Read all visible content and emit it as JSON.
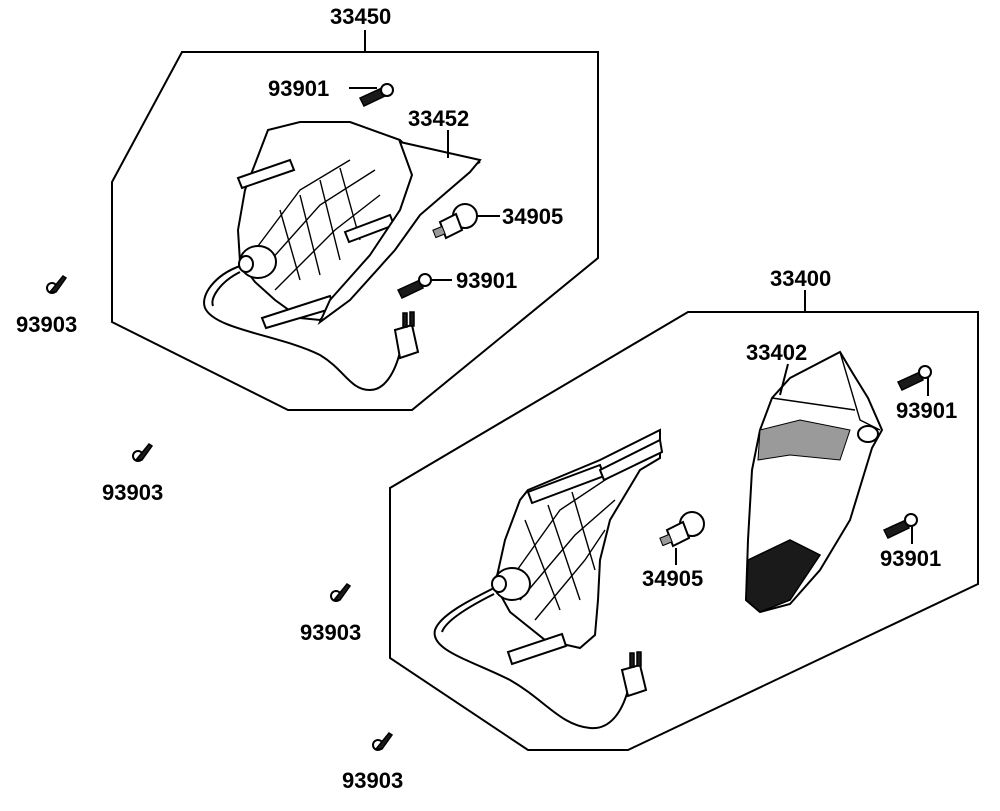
{
  "labels": {
    "assembly_left": "33450",
    "assembly_right": "33400",
    "lens_left": "33452",
    "lens_right": "33402",
    "bulb_left": "34905",
    "bulb_right": "34905",
    "screw_left_top": "93901",
    "screw_left_mid": "93901",
    "screw_right_top": "93901",
    "screw_right_bottom": "93901",
    "outer_screw_1": "93903",
    "outer_screw_2": "93903",
    "outer_screw_3": "93903",
    "outer_screw_4": "93903"
  }
}
